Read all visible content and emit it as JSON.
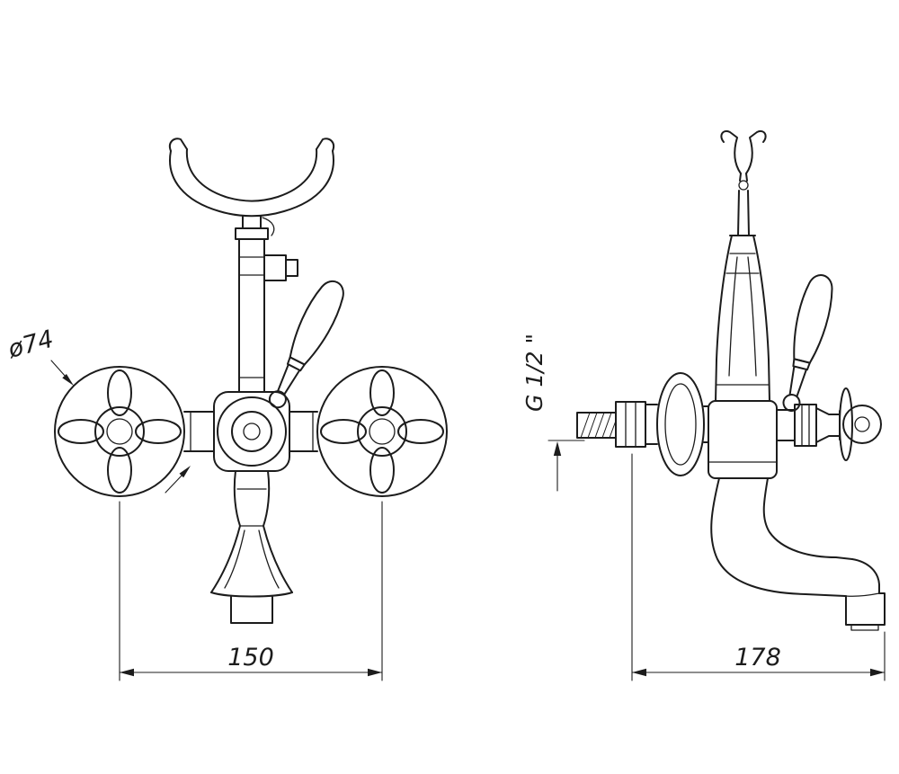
{
  "drawing": {
    "description": "Two-view technical line drawing of a wall-mounted bathtub mixer faucet with shower-handset cradle, two cross handles, lever diverter and curved tub spout",
    "colors": {
      "ink": "#1c1c1c",
      "background": "#ffffff"
    },
    "annotations": {
      "handle_diameter": "ø74",
      "handle_spacing": "150",
      "thread_size": "G 1/2 \"",
      "spout_depth": "178"
    }
  }
}
